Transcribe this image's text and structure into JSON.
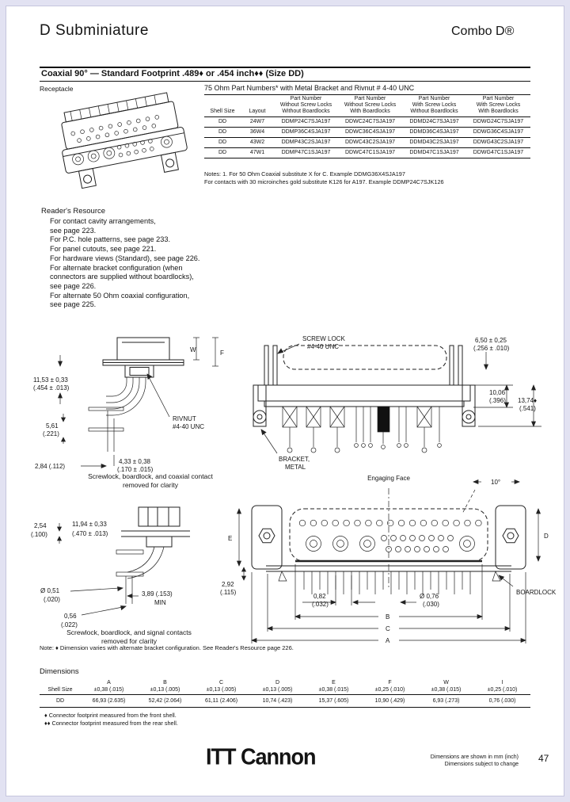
{
  "header": {
    "left": "D Subminiature",
    "right": "Combo D®"
  },
  "section_bar": {
    "title": "Coaxial 90° — Standard Footprint .489♦ or .454 inch♦♦  (Size DD)"
  },
  "receptacle": {
    "label": "Receptacle"
  },
  "parts_table": {
    "title": "75 Ohm Part Numbers* with Metal Bracket and Rivnut # 4-40 UNC",
    "headers": {
      "shell": "Shell Size",
      "layout": "Layout",
      "c3": [
        "Part Number",
        "Without Screw Locks",
        "Without Boardlocks"
      ],
      "c4": [
        "Part Number",
        "Without Screw Locks",
        "With Boardlocks"
      ],
      "c5": [
        "Part Number",
        "With Screw Locks",
        "Without Boardlocks"
      ],
      "c6": [
        "Part Number",
        "With Screw Locks",
        "With Boardlocks"
      ]
    },
    "rows": [
      [
        "DD",
        "24W7",
        "DDMP24C7SJA197",
        "DDWC24C7SJA197",
        "DDMD24C7SJA197",
        "DDWG24C7SJA197"
      ],
      [
        "DD",
        "36W4",
        "DDMP36C4SJA197",
        "DDWC36C4SJA197",
        "DDMD36C4SJA197",
        "DDWG36C4SJA197"
      ],
      [
        "DD",
        "43W2",
        "DDMP43C2SJA197",
        "DDWC43C2SJA197",
        "DDMD43C2SJA197",
        "DDWG43C2SJA197"
      ],
      [
        "DD",
        "47W1",
        "DDMP47C1SJA197",
        "DDWC47C1SJA197",
        "DDMD47C1SJA197",
        "DDWG47C1SJA197"
      ]
    ],
    "notes": [
      "Notes: 1. For 50 Ohm Coaxial substitute X for C. Example DDMG36X4SJA197",
      "For contacts with 30 microinches gold substitute K126 for A197. Example DDMP24C7SJK126"
    ]
  },
  "readers_resource": {
    "title": "Reader's Resource",
    "items": [
      "For contact cavity arrangements,",
      "see page 223.",
      "For P.C. hole patterns, see page 233.",
      "For panel cutouts, see page 221.",
      "For hardware views (Standard), see page 226.",
      "For alternate bracket configuration (when",
      "connectors are supplied without boardlocks),",
      "see page 226.",
      "For alternate 50 Ohm coaxial configuration,",
      "see page 225."
    ]
  },
  "drawing_side": {
    "dim1_mm": "11,53 ± 0,33",
    "dim1_in": "(.454 ± .013)",
    "dim2_mm": "5,61",
    "dim2_in": "(.221)",
    "dim3": "2,84 (.112)",
    "dim4_mm": "4,33 ± 0,38",
    "dim4_in": "(.170 ± .015)",
    "rivnut1": "RIVNUT",
    "rivnut2": "#4-40 UNC",
    "w": "W",
    "f": "F",
    "caption1": "Screwlock, boardlock, and coaxial contact",
    "caption2": "removed for clarity"
  },
  "drawing_rear": {
    "screwlock1": "SCREW LOCK",
    "screwlock2": "#4-40 UNC",
    "dim1_mm": "6,50 ± 0,25",
    "dim1_in": "(.256 ± .010)",
    "dim2_mm": "10,06",
    "dim2_in": "(.396)",
    "dim3_mm": "13,74♦",
    "dim3_in": "(.541)",
    "bracket1": "BRACKET,",
    "bracket2": "METAL"
  },
  "drawing_side2": {
    "dim1_mm": "2,54",
    "dim1_in": "(.100)",
    "dim2_mm": "11,94 ± 0,33",
    "dim2_in": "(.470 ± .013)",
    "dim3_mm": "Ø 0,51",
    "dim3_in": "(.020)",
    "dim4_mm": "0,56",
    "dim4_in": "(.022)",
    "dim5": "3,89 (.153)",
    "dim5b": "MIN",
    "caption1": "Screwlock, boardlock, and signal contacts",
    "caption2": "removed for clarity"
  },
  "drawing_front": {
    "engaging_face": "Engaging Face",
    "angle": "10°",
    "e": "E",
    "d": "D",
    "a": "A",
    "b": "B",
    "c": "C",
    "dim1_mm": "2,92",
    "dim1_in": "(.115)",
    "dim2_mm": "0,82",
    "dim2_in": "(.032)",
    "dim3_mm": "Ø 0,76",
    "dim3_in": "(.030)",
    "boardlock": "BOARDLOCK"
  },
  "note_line": "Note: ♦ Dimension varies with alternate bracket configuration. See Reader's Resource page 226.",
  "dimensions": {
    "heading": "Dimensions",
    "shell_label": "Shell Size",
    "columns": [
      {
        "letter": "A",
        "tol": "±0,38 (.015)"
      },
      {
        "letter": "B",
        "tol": "±0,13 (.005)"
      },
      {
        "letter": "C",
        "tol": "±0,13 (.005)"
      },
      {
        "letter": "D",
        "tol": "±0,13 (.005)"
      },
      {
        "letter": "E",
        "tol": "±0,38 (.015)"
      },
      {
        "letter": "F",
        "tol": "±0,25 (.010)"
      },
      {
        "letter": "W",
        "tol": "±0,38 (.015)"
      },
      {
        "letter": "I",
        "tol": "±0,25 (.010)"
      }
    ],
    "row": {
      "shell": "DD",
      "values": [
        "66,93 (2.635)",
        "52,42 (2.064)",
        "61,11 (2.406)",
        "10,74 (.423)",
        "15,37 (.605)",
        "10,90 (.429)",
        "6,93 (.273)",
        "0,76 (.030)"
      ]
    },
    "footnotes": [
      "♦  Connector footprint measured from the front shell.",
      "♦♦ Connector footprint measured from the rear shell."
    ]
  },
  "footer": {
    "logo": "ITT Cannon",
    "line1": "Dimensions are shown in mm (inch)",
    "line2": "Dimensions subject to change",
    "page": "47"
  }
}
